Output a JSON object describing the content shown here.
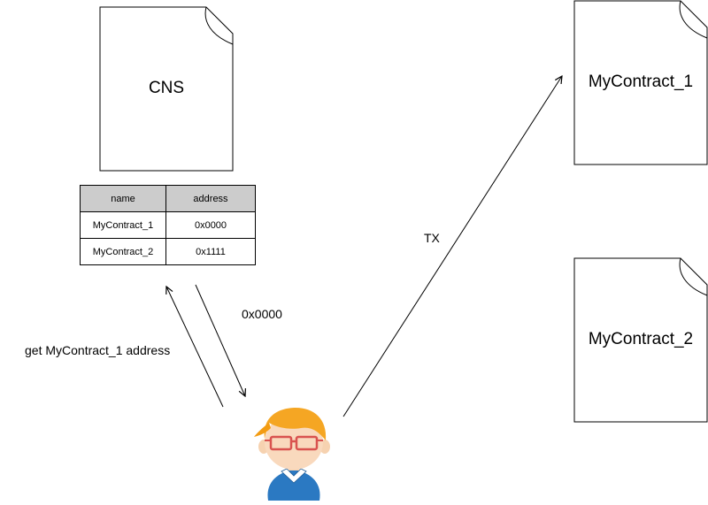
{
  "documents": {
    "cns": {
      "title": "CNS"
    },
    "contract1": {
      "title": "MyContract_1"
    },
    "contract2": {
      "title": "MyContract_2"
    }
  },
  "table": {
    "headers": [
      "name",
      "address"
    ],
    "rows": [
      {
        "name": "MyContract_1",
        "address": "0x0000"
      },
      {
        "name": "MyContract_2",
        "address": "0x1111"
      }
    ]
  },
  "edges": {
    "request_label": "get MyContract_1 address",
    "response_label": "0x0000",
    "tx_label": "TX"
  },
  "colors": {
    "line": "#000000",
    "table_header_bg": "#cccccc",
    "user_hair": "#f5a623",
    "user_glasses": "#d9534f",
    "user_shirt": "#2b79c2"
  }
}
